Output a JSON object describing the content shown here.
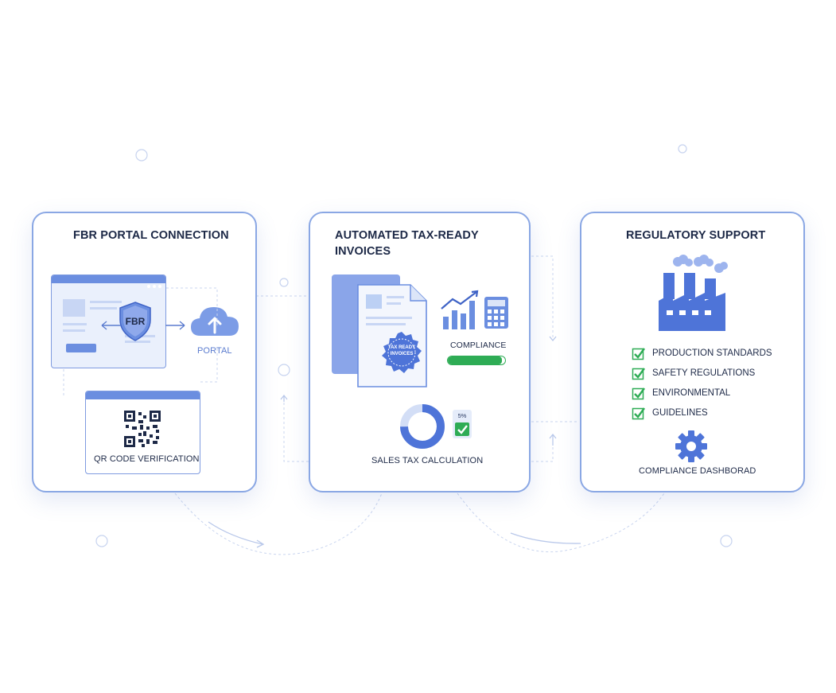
{
  "colors": {
    "accent": "#6b8ee0",
    "card_border": "#8aa7e4",
    "success": "#2eac55",
    "text": "#1d2947"
  },
  "cards": [
    {
      "title": "FBR PORTAL CONNECTION",
      "shield_text": "FBR",
      "portal_label": "PORTAL",
      "qr_label": "QR CODE VERIFICATION"
    },
    {
      "title_line1": "AUTOMATED TAX-READY",
      "title_line2": "INVOICES",
      "seal_line1": "TAX READY",
      "seal_line2": "INVOICES",
      "compliance_label": "COMPLIANCE",
      "compliance_progress": 0.95,
      "tax_rate": "5%",
      "tax_label": "SALES TAX CALCULATION"
    },
    {
      "title": "REGULATORY SUPPORT",
      "checklist": [
        "PRODUCTION STANDARDS",
        "SAFETY REGULATIONS",
        "ENVIRONMENTAL",
        "GUIDELINES"
      ],
      "dashboard_label": "COMPLIANCE DASHBORAD"
    }
  ],
  "icons": [
    "browser-window-icon",
    "shield-icon",
    "bidirectional-arrow-icon",
    "cloud-upload-icon",
    "qr-code-icon",
    "document-icon",
    "seal-icon",
    "bar-chart-icon",
    "calculator-icon",
    "donut-chart-icon",
    "checkbox-icon",
    "factory-icon",
    "check-icon",
    "gear-icon"
  ]
}
